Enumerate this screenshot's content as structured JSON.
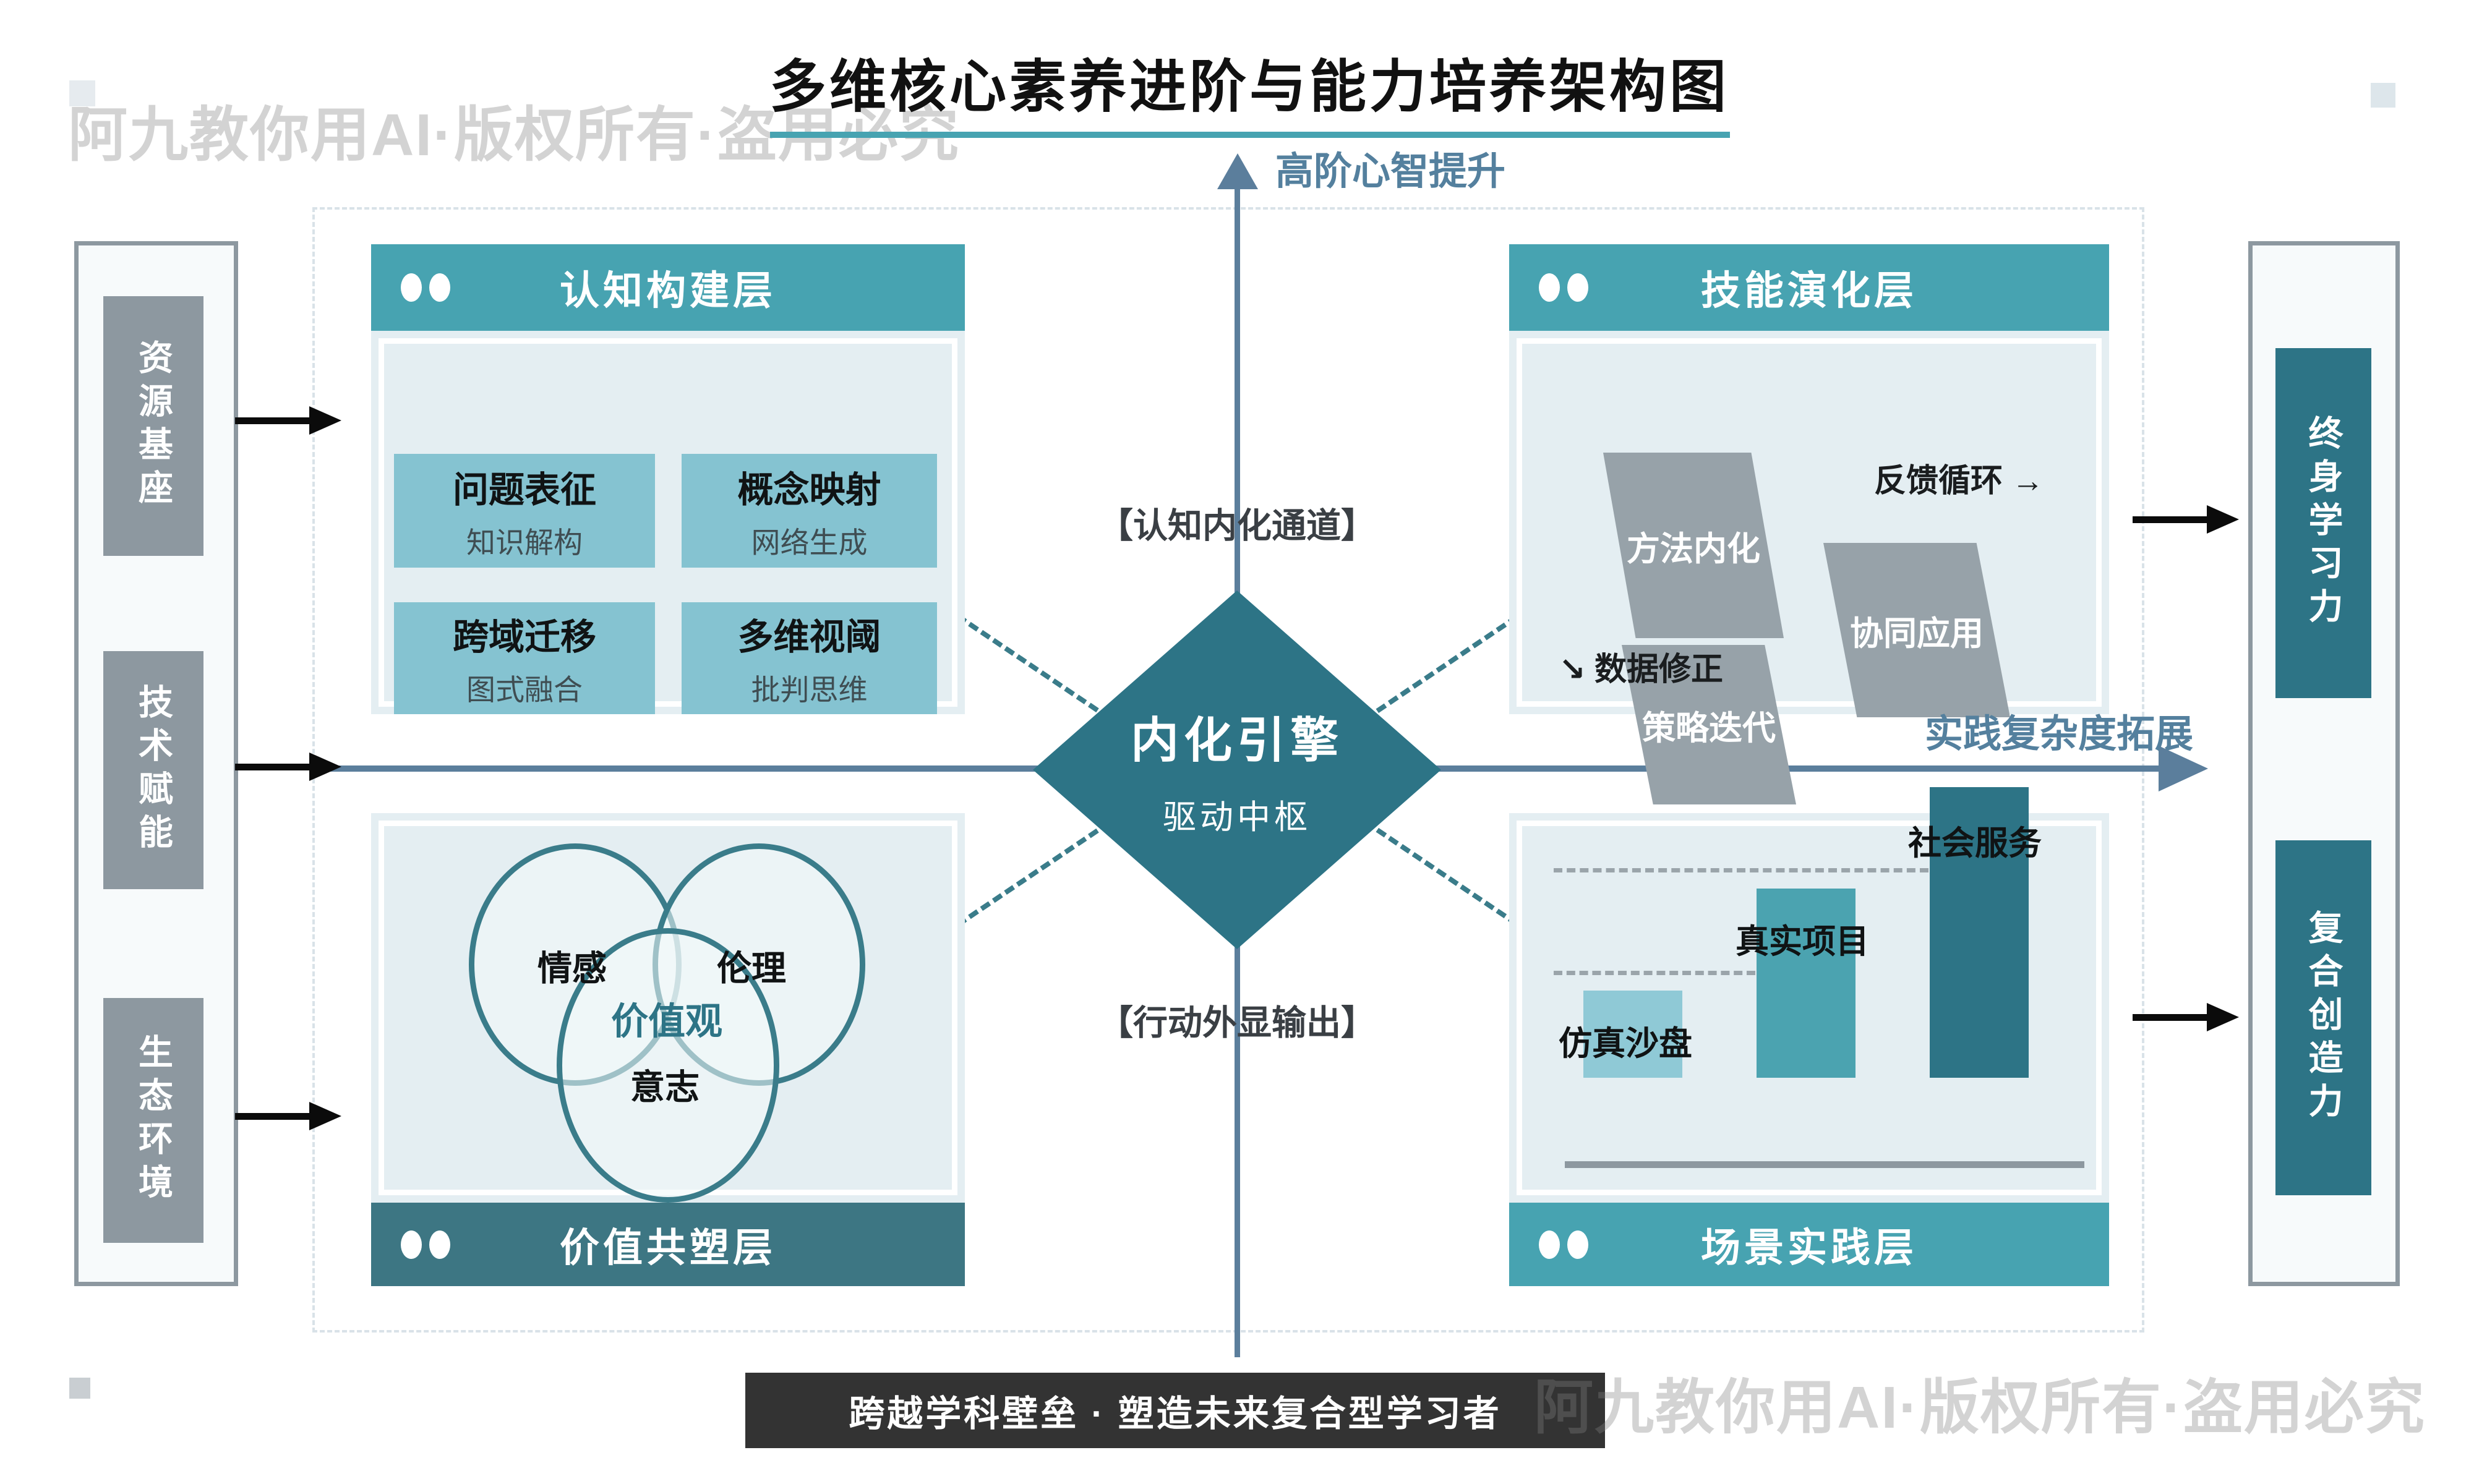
{
  "title": {
    "text": "多维核心素养进阶与能力培养架构图"
  },
  "watermark": {
    "text": "阿九教你用AI·版权所有·盗用必究"
  },
  "axes": {
    "vertical_label": "高阶心智提升",
    "horizontal_label": "实践复杂度拓展"
  },
  "center": {
    "title": "内化引擎",
    "subtitle": "驱动中枢",
    "top_channel": "【认知内化通道】",
    "bottom_channel": "【行动外显输出】"
  },
  "left_rail": {
    "items": [
      {
        "label": "资源基座"
      },
      {
        "label": "技术赋能"
      },
      {
        "label": "生态环境"
      }
    ]
  },
  "right_rail": {
    "items": [
      {
        "label": "终身学习力"
      },
      {
        "label": "复合创造力"
      }
    ]
  },
  "quadrants": {
    "cognitive": {
      "header": "认知构建层",
      "boxes": [
        {
          "title": "问题表征",
          "subtitle": "知识解构"
        },
        {
          "title": "概念映射",
          "subtitle": "网络生成"
        },
        {
          "title": "跨域迁移",
          "subtitle": "图式融合"
        },
        {
          "title": "多维视阈",
          "subtitle": "批判思维"
        }
      ]
    },
    "skill": {
      "header": "技能演化层",
      "steps": [
        {
          "label": "方法内化"
        },
        {
          "label": "协同应用"
        },
        {
          "label": "策略迭代"
        }
      ],
      "feedback_note": "反馈循环 →",
      "data_note": "↘ 数据修正"
    },
    "value": {
      "header": "价值共塑层",
      "venn": {
        "left": "情感",
        "right": "伦理",
        "bottom": "意志",
        "center": "价值观"
      }
    },
    "practice": {
      "header": "场景实践层",
      "bars": [
        {
          "label": "仿真沙盘"
        },
        {
          "label": "真实项目"
        },
        {
          "label": "社会服务"
        }
      ]
    }
  },
  "banner": {
    "text": "跨越学科壁垒 · 塑造未来复合型学习者"
  },
  "colors": {
    "teal_header": "#47a3b1",
    "teal_dark": "#2d7486",
    "teal_header_dark": "#3d7683",
    "panel_body": "#e4eef2",
    "box_teal": "#85c3d1",
    "bar_light": "#8fc9d6",
    "bar_mid": "#4ba3b0",
    "bar_dark": "#2d7486",
    "gray_shape": "#97a2a9",
    "rail_gray": "#8d98a0",
    "axis_blue": "#5b7e9c",
    "venn_stroke": "#3a7c8a",
    "banner_bg": "#333333"
  },
  "chart_data": {
    "type": "bar",
    "title": "场景实践层进阶",
    "categories": [
      "仿真沙盘",
      "真实项目",
      "社会服务"
    ],
    "values": [
      30,
      65,
      100
    ],
    "xlabel": "",
    "ylabel": "实践复杂度",
    "ylim": [
      0,
      100
    ],
    "grid": "dashed reference lines at tops of 真实项目 and 社会服务 bars",
    "legend": "none"
  }
}
